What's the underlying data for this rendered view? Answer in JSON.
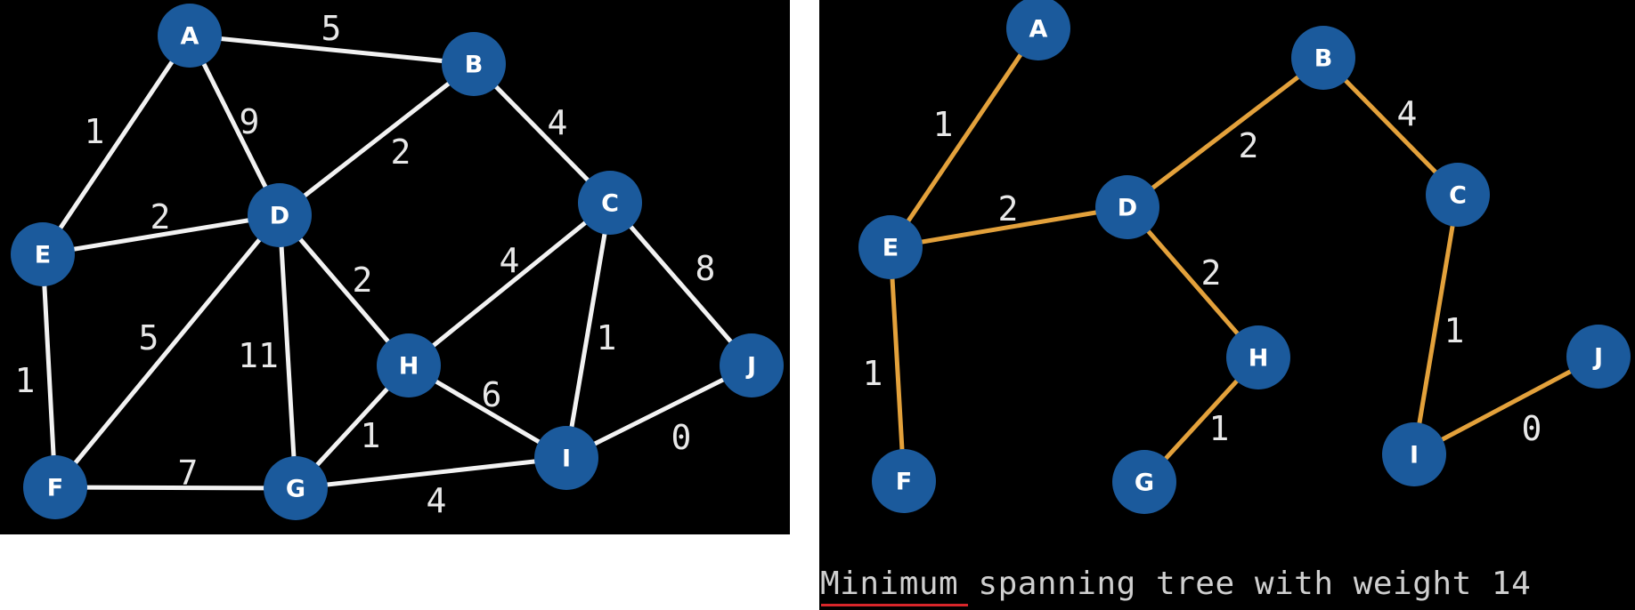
{
  "colors": {
    "background": "#000000",
    "node_fill": "#1b5a9c",
    "node_text": "#ffffff",
    "edge_graph": "#f2f2f2",
    "edge_mst": "#e3a13b",
    "weight_text": "#e8e8e8",
    "caption_text": "#cfcfcf"
  },
  "graph": {
    "nodes": [
      "A",
      "B",
      "C",
      "D",
      "E",
      "F",
      "G",
      "H",
      "I",
      "J"
    ],
    "edges": [
      {
        "from": "A",
        "to": "B",
        "weight": "5"
      },
      {
        "from": "A",
        "to": "E",
        "weight": "1"
      },
      {
        "from": "A",
        "to": "D",
        "weight": "9"
      },
      {
        "from": "B",
        "to": "D",
        "weight": "2"
      },
      {
        "from": "B",
        "to": "C",
        "weight": "4"
      },
      {
        "from": "E",
        "to": "D",
        "weight": "2"
      },
      {
        "from": "E",
        "to": "F",
        "weight": "1"
      },
      {
        "from": "D",
        "to": "F",
        "weight": "5"
      },
      {
        "from": "D",
        "to": "G",
        "weight": "11"
      },
      {
        "from": "D",
        "to": "H",
        "weight": "2"
      },
      {
        "from": "C",
        "to": "H",
        "weight": "4"
      },
      {
        "from": "C",
        "to": "J",
        "weight": "8"
      },
      {
        "from": "C",
        "to": "I",
        "weight": "1"
      },
      {
        "from": "H",
        "to": "G",
        "weight": "1"
      },
      {
        "from": "H",
        "to": "I",
        "weight": "6"
      },
      {
        "from": "F",
        "to": "G",
        "weight": "7"
      },
      {
        "from": "G",
        "to": "I",
        "weight": "4"
      },
      {
        "from": "I",
        "to": "J",
        "weight": "0"
      }
    ]
  },
  "mst": {
    "nodes": [
      "A",
      "B",
      "C",
      "D",
      "E",
      "F",
      "G",
      "H",
      "I",
      "J"
    ],
    "edges": [
      {
        "from": "A",
        "to": "E",
        "weight": "1"
      },
      {
        "from": "E",
        "to": "D",
        "weight": "2"
      },
      {
        "from": "E",
        "to": "F",
        "weight": "1"
      },
      {
        "from": "D",
        "to": "B",
        "weight": "2"
      },
      {
        "from": "B",
        "to": "C",
        "weight": "4"
      },
      {
        "from": "D",
        "to": "H",
        "weight": "2"
      },
      {
        "from": "H",
        "to": "G",
        "weight": "1"
      },
      {
        "from": "C",
        "to": "I",
        "weight": "1"
      },
      {
        "from": "I",
        "to": "J",
        "weight": "0"
      }
    ]
  },
  "caption": "Minimum spanning tree with weight 14"
}
